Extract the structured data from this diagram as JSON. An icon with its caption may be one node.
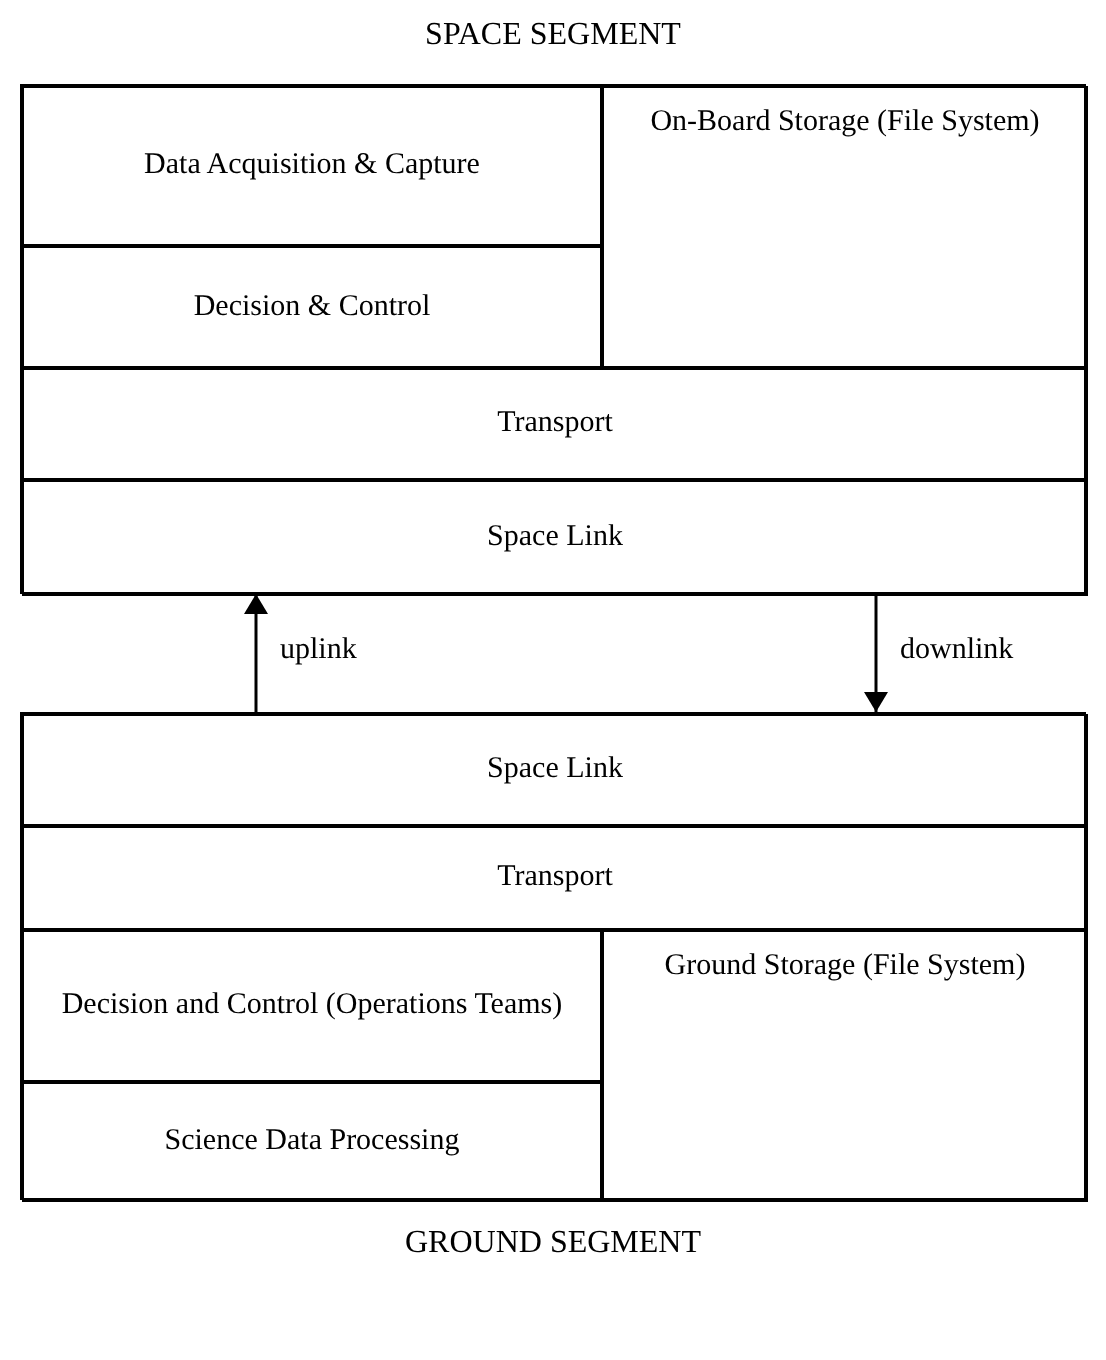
{
  "diagram": {
    "nodes": [
      {
        "text": [
          "SPACE SEGMENT"
        ]
      },
      {
        "text": [
          "Data Acquisition & Capture"
        ],
        "in": 0
      },
      {
        "text": [
          "On-Board Storage (File System)"
        ],
        "in": 0
      },
      {
        "text": [
          "Decision & Control"
        ],
        "in": 0
      },
      {
        "text": [
          "Transport"
        ],
        "in": 0
      },
      {
        "text": [
          "Space Link"
        ],
        "in": 0
      },
      {
        "text": [
          "GROUND SEGMENT"
        ]
      },
      {
        "text": [
          "Space Link"
        ],
        "in": 6
      },
      {
        "text": [
          "Transport"
        ],
        "in": 6
      },
      {
        "text": [
          "Decision and Control (Operations Teams)"
        ],
        "in": 6
      },
      {
        "text": [
          "Ground Storage (File System)"
        ],
        "in": 6
      },
      {
        "text": [
          "Science Data Processing"
        ],
        "in": 6
      }
    ],
    "edges": [
      {
        "from": 7,
        "to": 5,
        "arrow": "to",
        "label": "uplink"
      },
      {
        "from": 5,
        "to": 7,
        "arrow": "to",
        "label": "downlink"
      }
    ]
  }
}
